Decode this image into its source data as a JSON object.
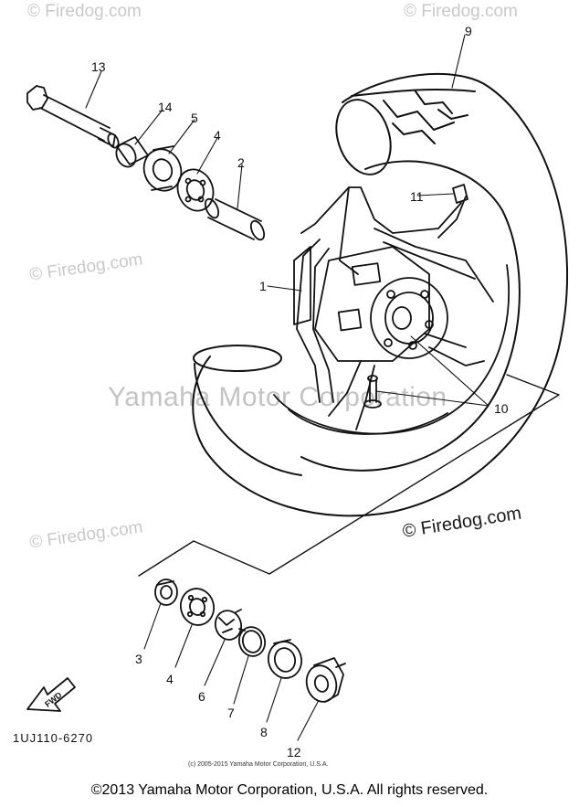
{
  "watermarks": {
    "firedog": "© Firedog.com",
    "firedog_center": "© Firedog.com",
    "yamaha": "Yamaha Motor Corporation"
  },
  "callouts": {
    "c1": "1",
    "c2": "2",
    "c3": "3",
    "c4a": "4",
    "c4b": "4",
    "c5": "5",
    "c6": "6",
    "c7": "7",
    "c8": "8",
    "c9": "9",
    "c10": "10",
    "c11": "11",
    "c12": "12",
    "c13": "13",
    "c14": "14"
  },
  "fwd_label": "FWD",
  "part_code": "1UJ110-6270",
  "small_copyright": "(c) 2005-2015 Yamaha Motor Corporation, U.S.A.",
  "footer": "©2013 Yamaha Motor Corporation, U.S.A. All rights reserved."
}
